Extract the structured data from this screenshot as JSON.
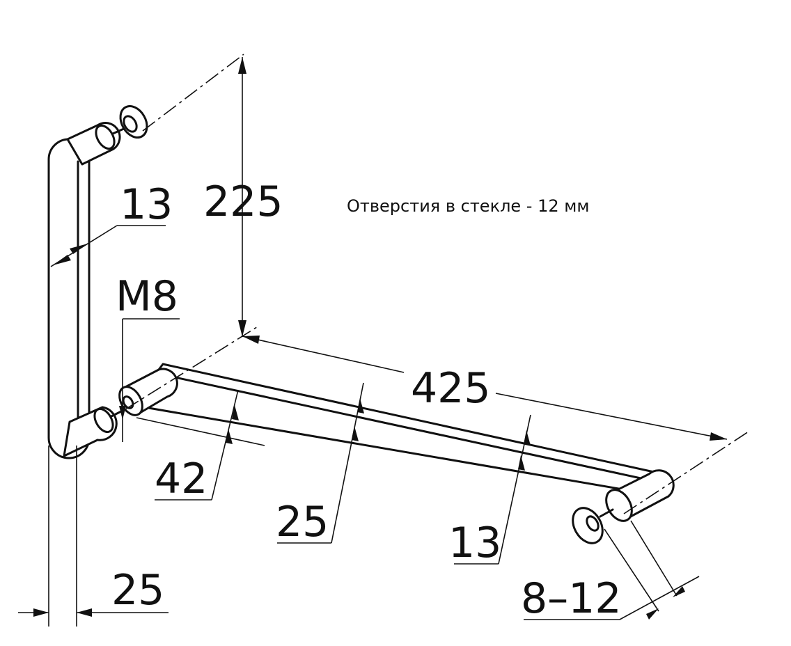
{
  "note": "Отверстия в стекле - 12 мм",
  "dimensions": {
    "height": "225",
    "length": "425",
    "tube_upper": "13",
    "thread": "M8",
    "standoff": "42",
    "tube_diameter": "25",
    "tube_lower": "13",
    "glass_thickness": "8–12",
    "base_width": "25"
  }
}
